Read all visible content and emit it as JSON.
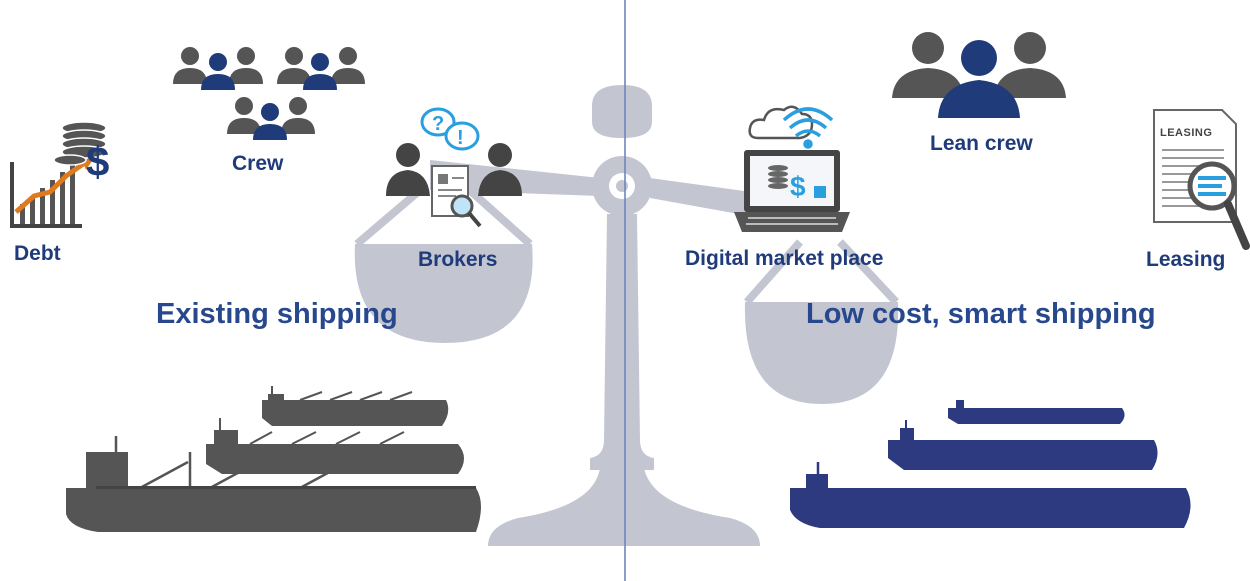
{
  "labels": {
    "debt": "Debt",
    "crew": "Crew",
    "brokers": "Brokers",
    "digital_market_place": "Digital market place",
    "lean_crew": "Lean crew",
    "leasing": "Leasing",
    "leasing_document_title": "LEASING",
    "existing_shipping": "Existing shipping",
    "low_cost_smart_shipping": "Low cost, smart shipping"
  },
  "colors": {
    "label_navy": "#1f3b7a",
    "scale_grey": "#c3c6d1",
    "ship_dark_grey": "#555555",
    "ship_navy": "#2d3a80",
    "icon_blue": "#2a9fe0"
  },
  "icons": [
    "debt-chart-icon",
    "coin-stack-icon",
    "dollar-icon",
    "crew-people-icon",
    "brokers-icon",
    "speech-bubble-icon",
    "document-magnifier-icon",
    "laptop-icon",
    "cloud-icon",
    "wifi-icon",
    "lean-crew-people-icon",
    "leasing-document-icon",
    "magnifier-icon"
  ]
}
